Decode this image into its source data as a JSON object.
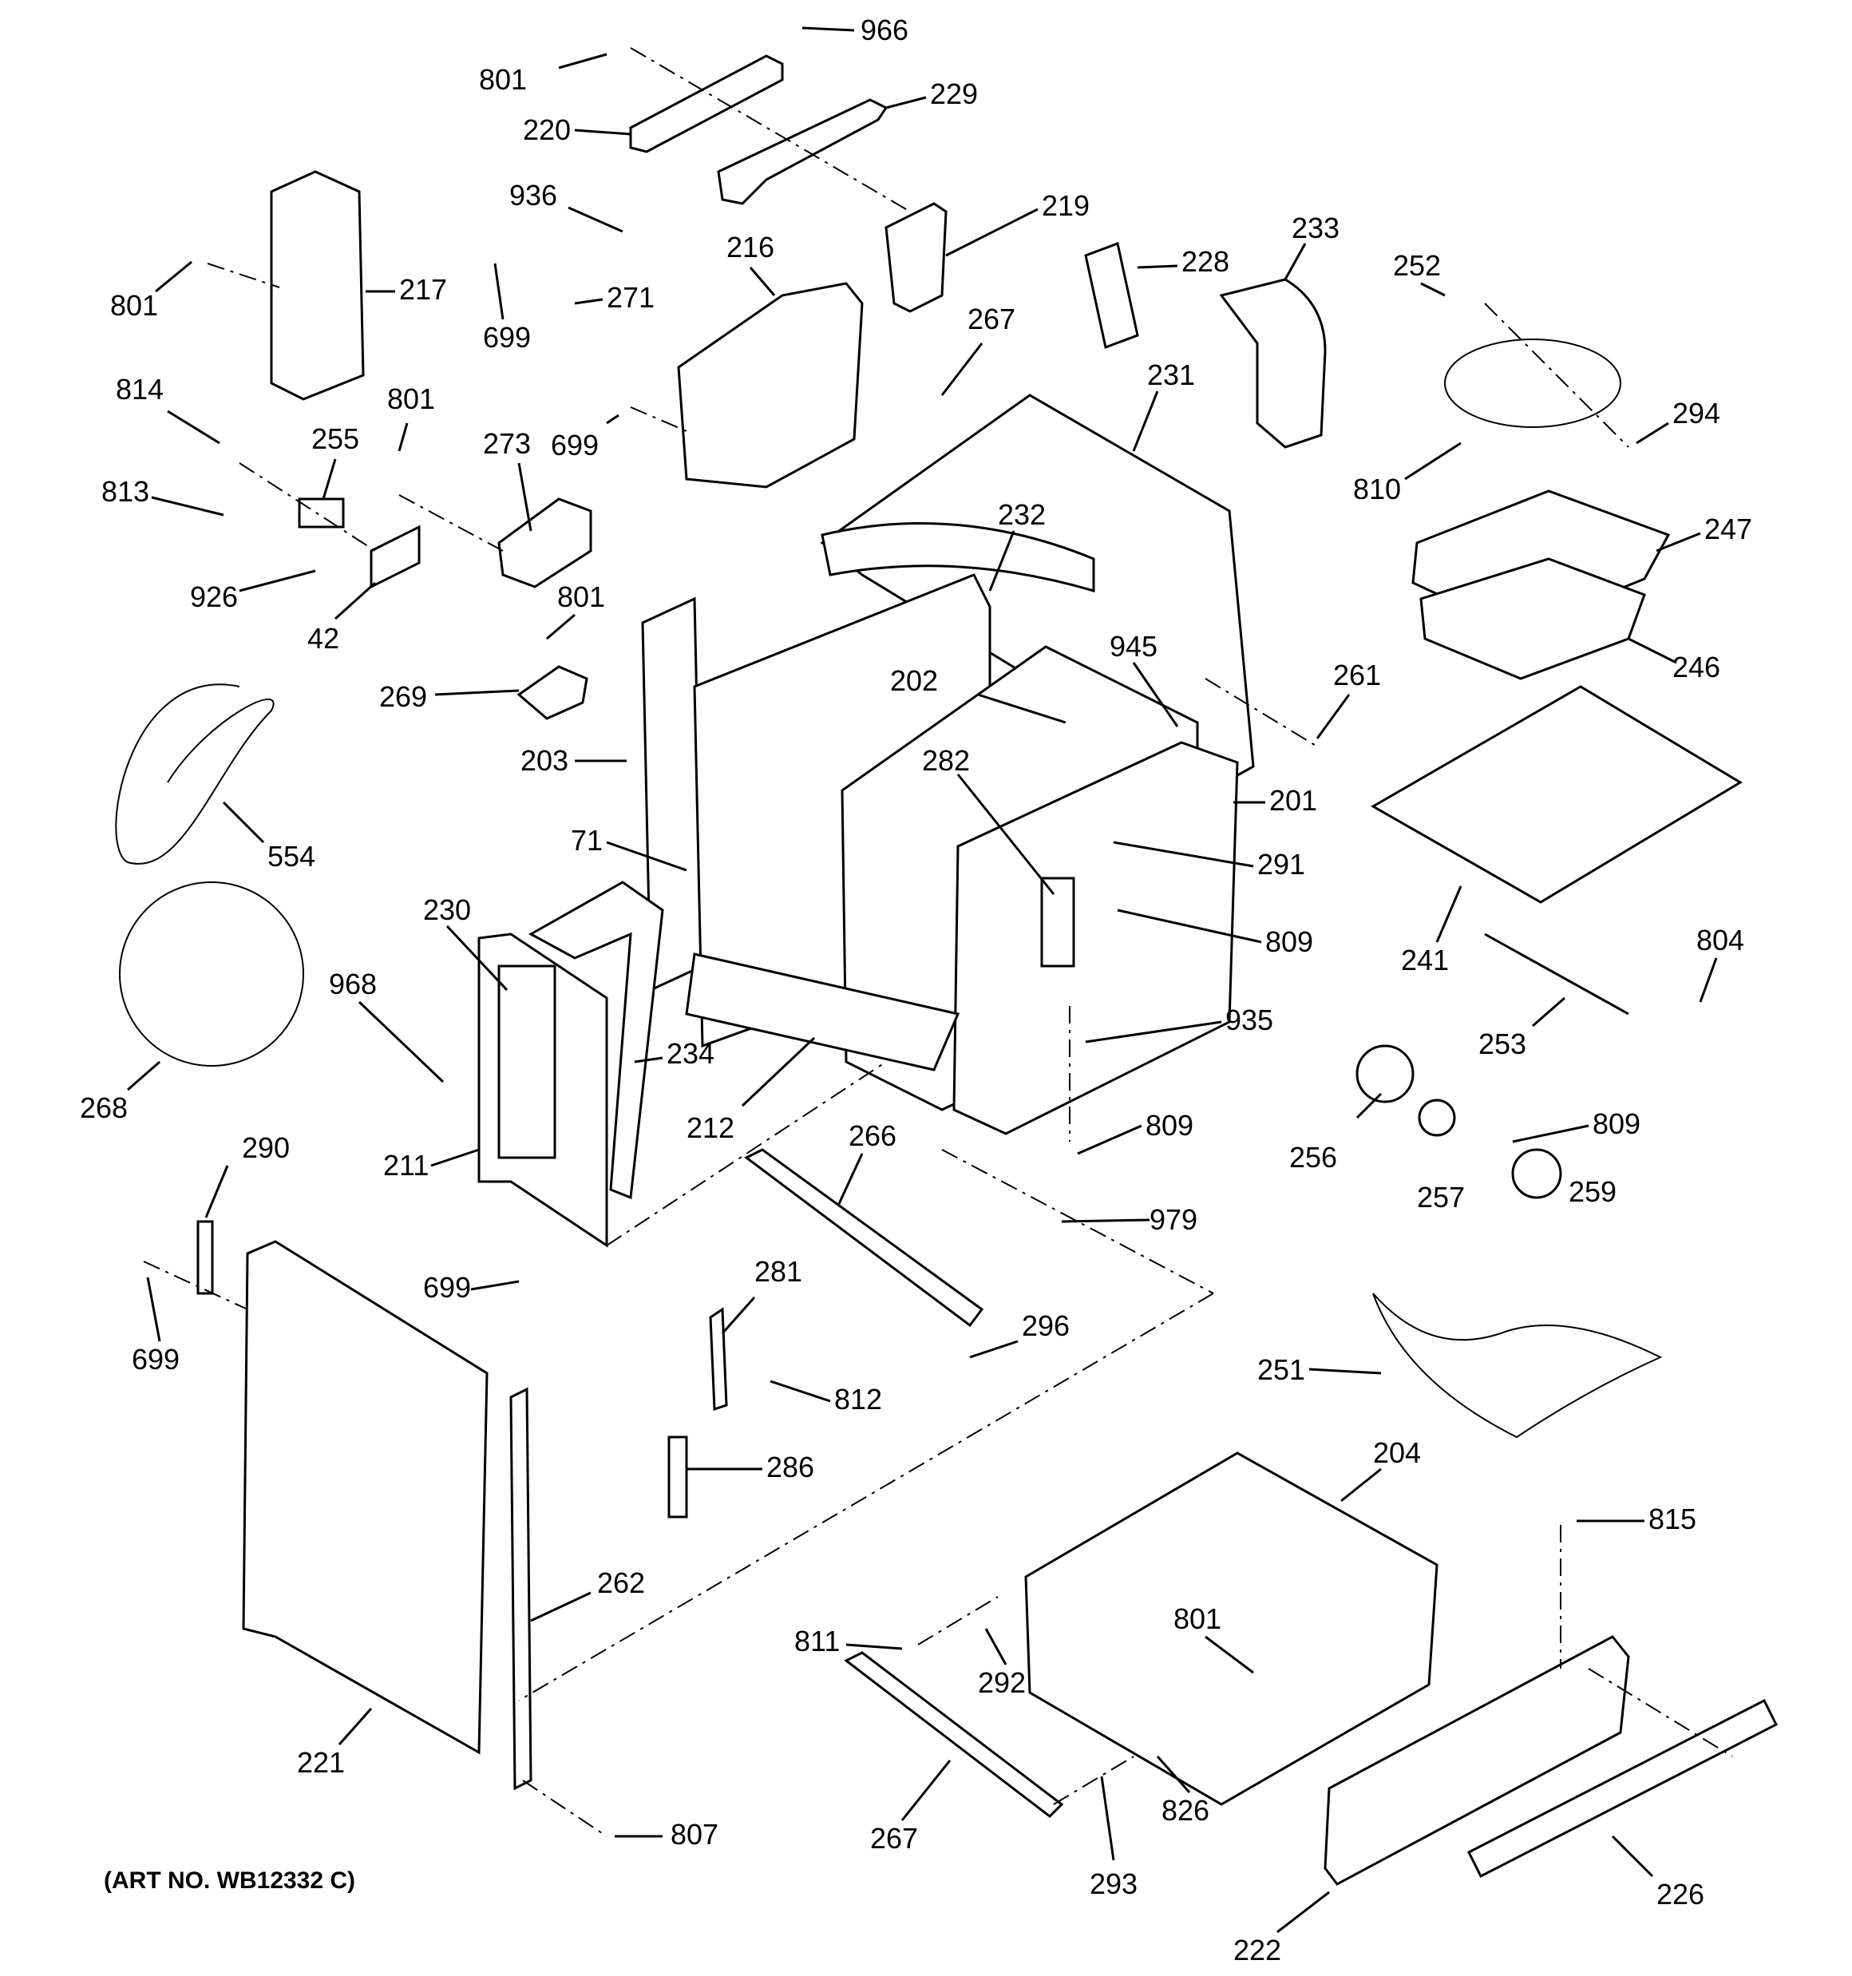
{
  "caption": "(ART NO. WB12332 C)",
  "labels": [
    "966",
    "801",
    "229",
    "220",
    "219",
    "936",
    "216",
    "217",
    "801",
    "271",
    "699",
    "267",
    "228",
    "233",
    "252",
    "231",
    "294",
    "814",
    "801",
    "255",
    "273",
    "699",
    "810",
    "813",
    "926",
    "42",
    "232",
    "247",
    "801",
    "246",
    "269",
    "202",
    "945",
    "261",
    "203",
    "282",
    "201",
    "554",
    "71",
    "291",
    "230",
    "809",
    "241",
    "968",
    "234",
    "935",
    "804",
    "253",
    "268",
    "212",
    "809",
    "809",
    "266",
    "256",
    "257",
    "259",
    "211",
    "290",
    "979",
    "699",
    "281",
    "296",
    "699",
    "812",
    "251",
    "286",
    "204",
    "815",
    "262",
    "811",
    "292",
    "801",
    "267",
    "826",
    "221",
    "807",
    "293",
    "226",
    "222"
  ]
}
